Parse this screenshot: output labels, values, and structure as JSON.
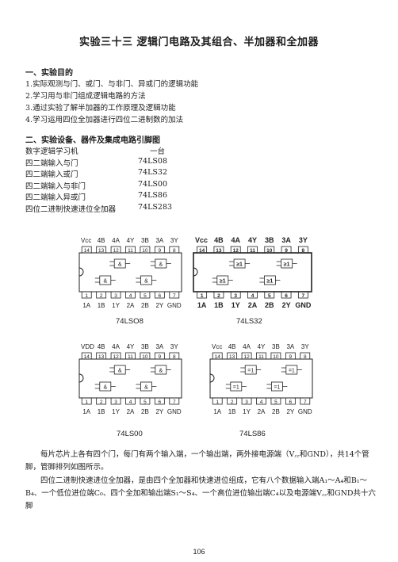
{
  "title": "实验三十三    逻辑门电路及其组合、半加器和全加器",
  "section1": {
    "heading": "一、实验目的",
    "items": [
      "1.实际观测与门、或门、与非门、异或门的逻辑功能",
      "2.学习用与非门组成逻辑电路的方法",
      "3.通过实验了解半加器的工作原理及逻辑功能",
      "4.学习运用四位全加器进行四位二进制数的加法"
    ]
  },
  "section2": {
    "heading": "二、实验设备、器件及集成电路引脚图",
    "equipment": [
      {
        "name": "数字逻辑学习机",
        "model": "一台"
      },
      {
        "name": "四二端输入与门",
        "model": "74LS08"
      },
      {
        "name": "四二端输入或门",
        "model": "74LS32"
      },
      {
        "name": "四二端输入与非门",
        "model": "74LS00"
      },
      {
        "name": "四二端输入异或门",
        "model": "74LS86"
      },
      {
        "name": "四位二进制快速进位全加器",
        "model": "74LS283"
      }
    ]
  },
  "chips": [
    {
      "caption": "74LSO8",
      "vcc": "Vcc",
      "gate": "&"
    },
    {
      "caption": "74LS32",
      "vcc": "Vcc",
      "gate": "≥1"
    },
    {
      "caption": "74LS00",
      "vcc": "VDD",
      "gate": "&"
    },
    {
      "caption": "74LS86",
      "vcc": "Vcc",
      "gate": "=1"
    }
  ],
  "top_pins": [
    "4B",
    "4A",
    "4Y",
    "3B",
    "3A",
    "3Y"
  ],
  "top_nums": [
    "14",
    "13",
    "12",
    "11",
    "10",
    "9",
    "8"
  ],
  "bot_nums": [
    "1",
    "2",
    "3",
    "4",
    "5",
    "6",
    "7"
  ],
  "bot_pins": [
    "1A",
    "1B",
    "1Y",
    "2A",
    "2B",
    "2Y",
    "GND"
  ],
  "paragraph1": "每片芯片上各有四个门，每门有两个输入端，一个输出端，两外接电源端（V꜀꜀和GND），共14个管脚，管脚排列如图所示。",
  "paragraph2": "四位二进制快速进位全加器，是由四个全加器和快速进位组成，它有八个数据输入端A₁～A₄和B₁～B₄、一个低位进位端C₀、四个全加和输出端S₁～S₄、一个高位进位输出端C₄以及电源端V꜀꜀和GND共十六脚",
  "page_number": "106"
}
